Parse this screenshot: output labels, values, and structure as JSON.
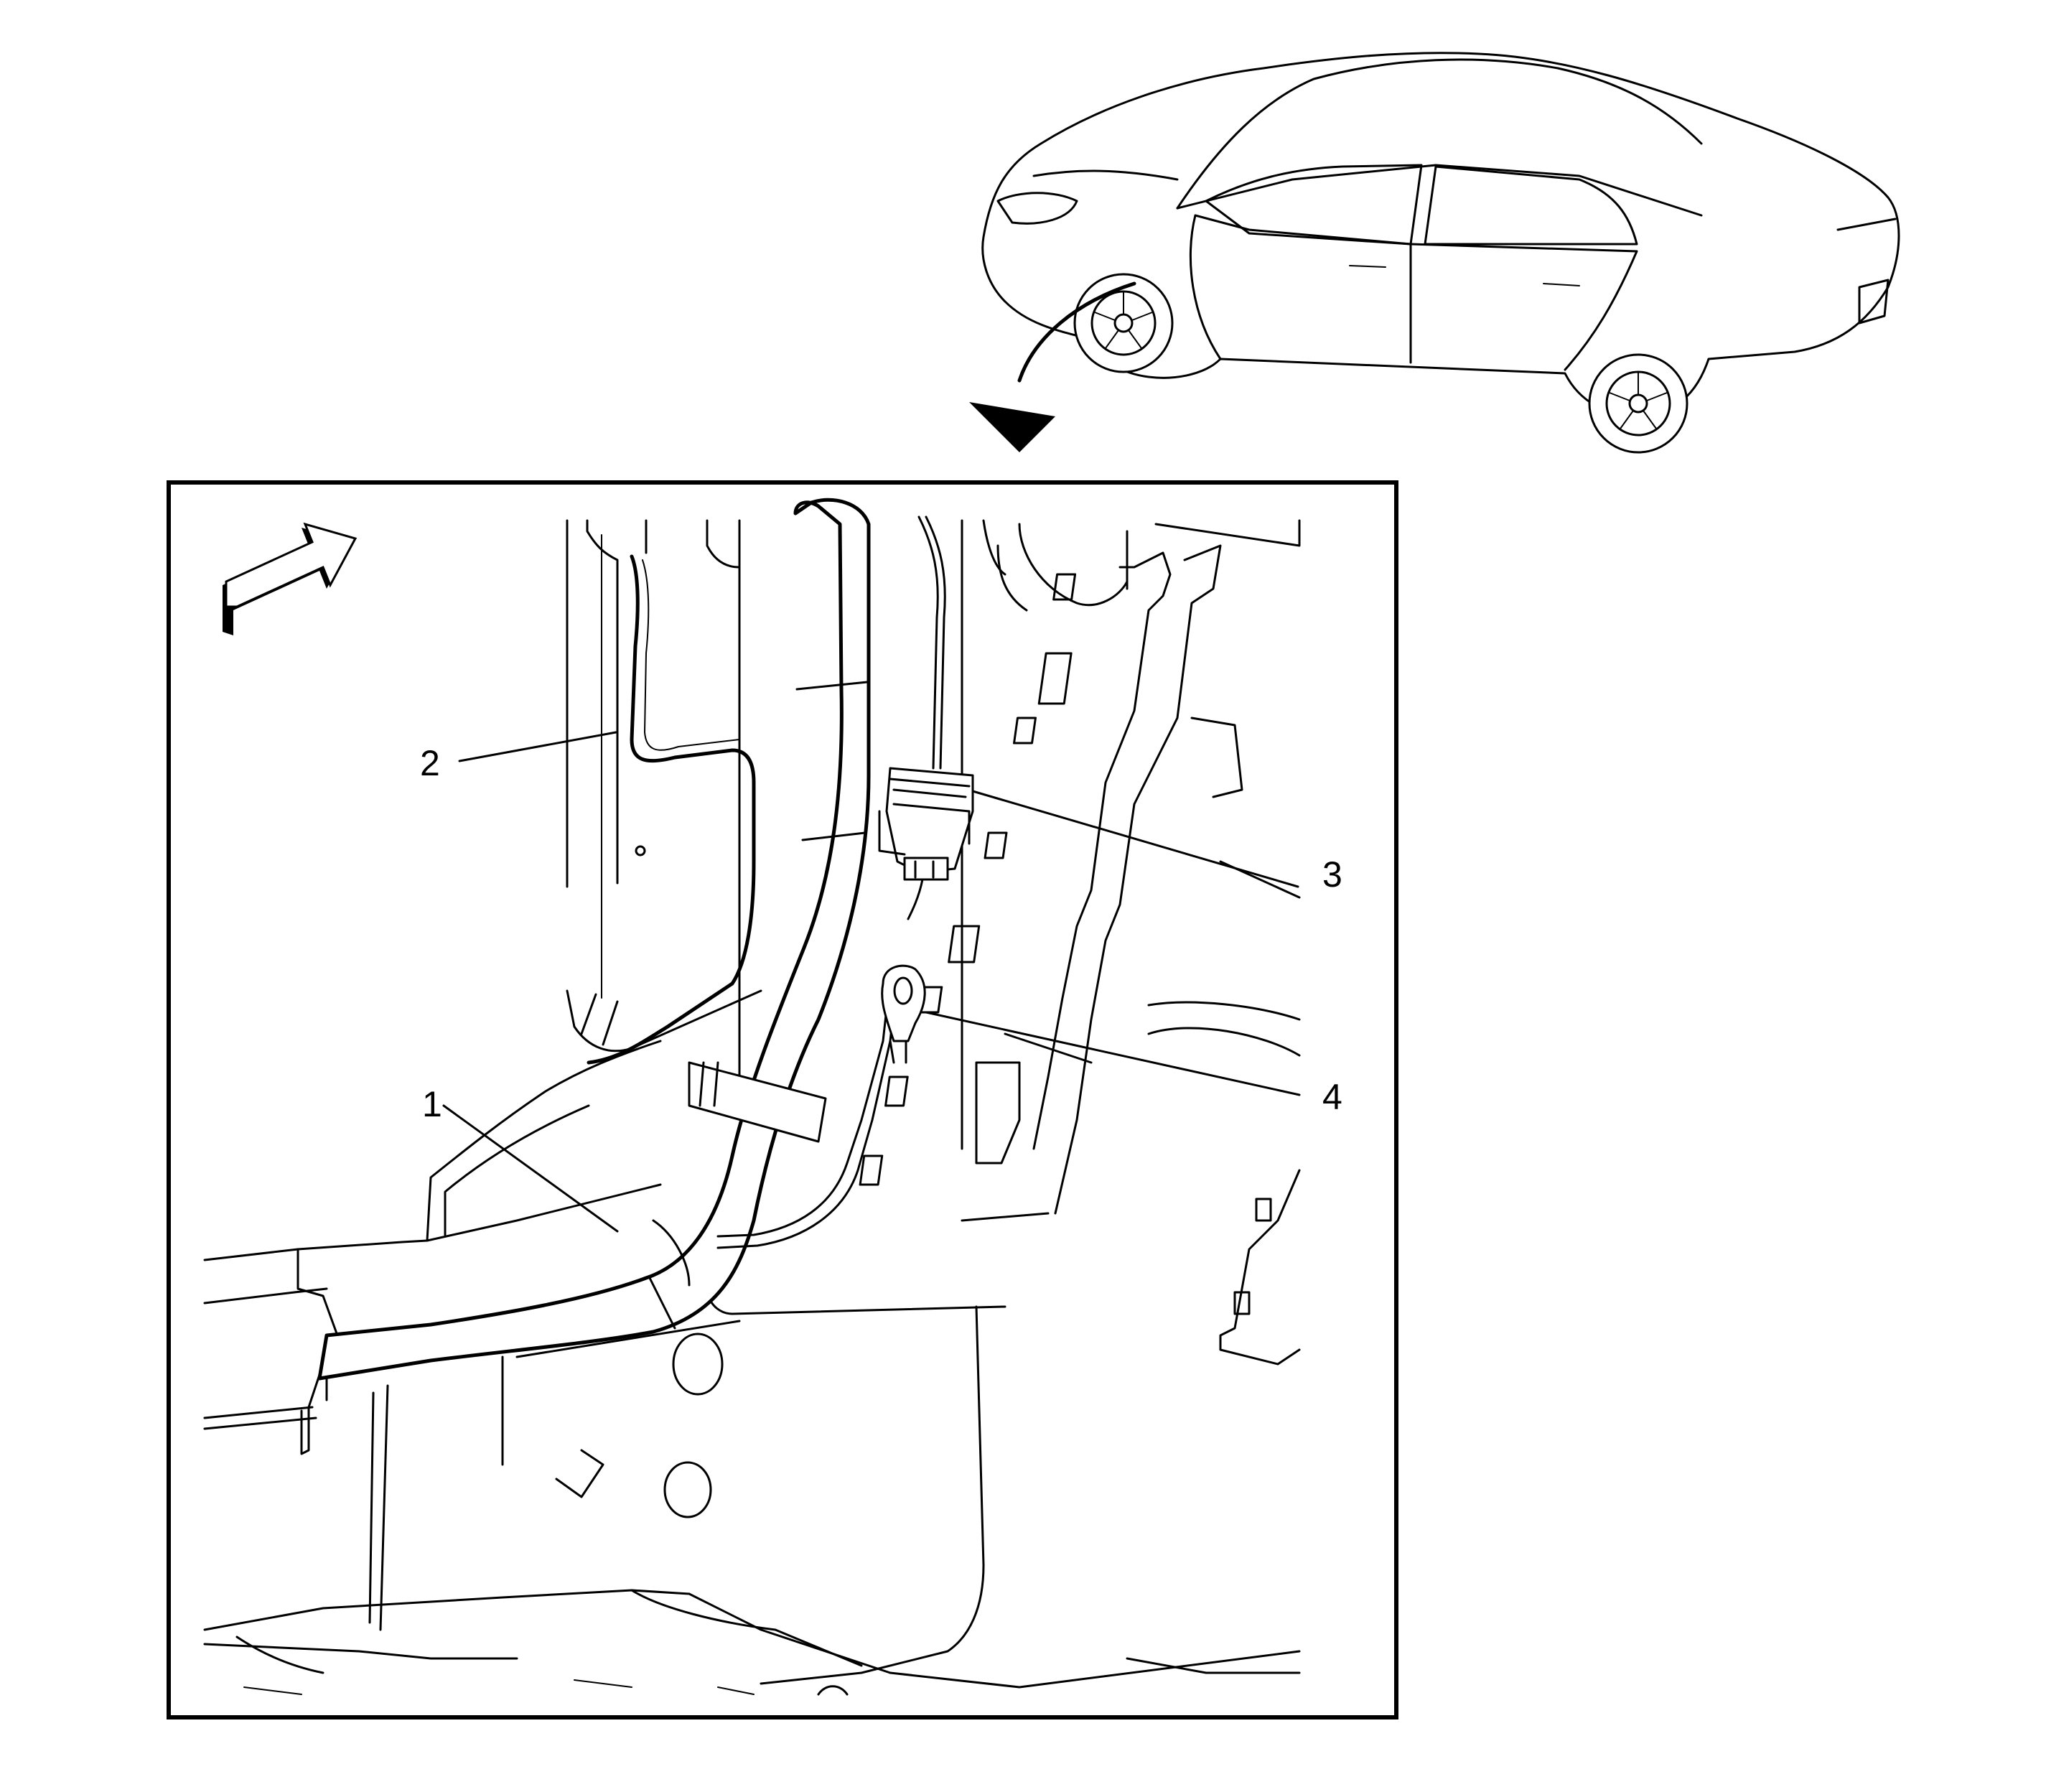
{
  "callouts": [
    {
      "id": "1",
      "label": "1"
    },
    {
      "id": "2",
      "label": "2"
    },
    {
      "id": "3",
      "label": "3"
    },
    {
      "id": "4",
      "label": "4"
    }
  ],
  "colors": {
    "ink": "#000000",
    "paper": "#ffffff"
  },
  "icons": [
    "vehicle-overview",
    "view-direction-arrow",
    "forward-direction-arrow"
  ]
}
